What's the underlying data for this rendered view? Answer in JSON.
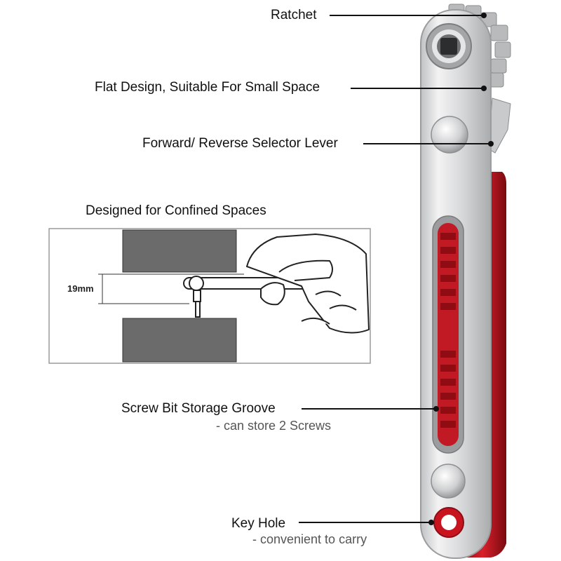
{
  "callouts": {
    "ratchet": "Ratchet",
    "flat_design": "Flat Design, Suitable For Small Space",
    "selector_lever": "Forward/ Reverse Selector Lever",
    "storage_groove": "Screw Bit Storage Groove",
    "storage_groove_note": "- can store 2 Screws",
    "key_hole": "Key Hole",
    "key_hole_note": "- convenient to carry"
  },
  "inset": {
    "title": "Designed for Confined Spaces",
    "dimension": "19mm"
  },
  "colors": {
    "handle_red": "#c8141e",
    "steel": "#d9dadb",
    "block_gray": "#6b6b6b",
    "leader_line": "#111111"
  }
}
